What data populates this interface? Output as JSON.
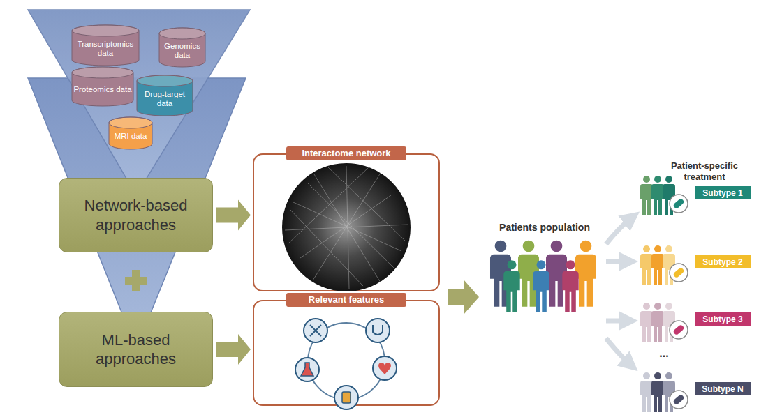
{
  "diagram": {
    "nodes": [
      {
        "text": [
          "Transcriptomics data"
        ]
      },
      {
        "text": [
          "Genomics data"
        ]
      },
      {
        "text": [
          "Proteomics data"
        ]
      },
      {
        "text": [
          "Drug-target data"
        ]
      },
      {
        "text": [
          "MRI data"
        ]
      },
      {
        "text": [
          "Network-based approaches"
        ]
      },
      {
        "text": [
          "ML-based approaches"
        ]
      },
      {
        "text": [
          "Interactome network"
        ]
      },
      {
        "text": [
          "Relevant features"
        ]
      },
      {
        "text": [
          "Subtype 1"
        ]
      },
      {
        "text": [
          "Subtype 2"
        ]
      },
      {
        "text": [
          "Subtype 3"
        ]
      },
      {
        "text": [
          "Subtype N"
        ]
      }
    ],
    "edges": [
      {
        "from": 5,
        "to": 7,
        "arrow": "to"
      },
      {
        "from": 6,
        "to": 8,
        "arrow": "to"
      }
    ],
    "labels": [
      "Patients population",
      "Patient-specific treatment",
      "..."
    ]
  }
}
